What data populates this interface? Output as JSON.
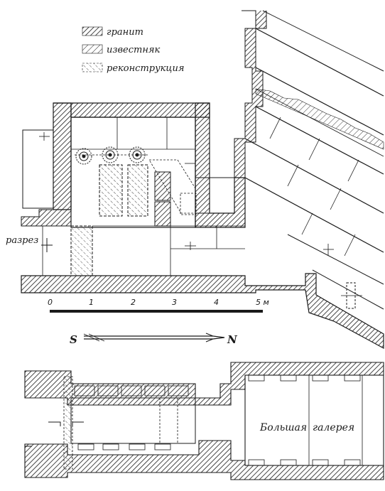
{
  "legend": {
    "items": [
      {
        "key": "granite",
        "label": "гранит"
      },
      {
        "key": "limestone",
        "label": "известняк"
      },
      {
        "key": "reconstruction",
        "label": "реконструкция"
      }
    ]
  },
  "labels": {
    "section": "разрез",
    "gallery_word1": "Большая",
    "gallery_word2": "галерея"
  },
  "scale": {
    "ticks": [
      "0",
      "1",
      "2",
      "3",
      "4",
      "5 м"
    ]
  },
  "orientation": {
    "south": "S",
    "north": "N"
  },
  "colors": {
    "ink": "#1a1a1a",
    "paper": "#ffffff"
  }
}
